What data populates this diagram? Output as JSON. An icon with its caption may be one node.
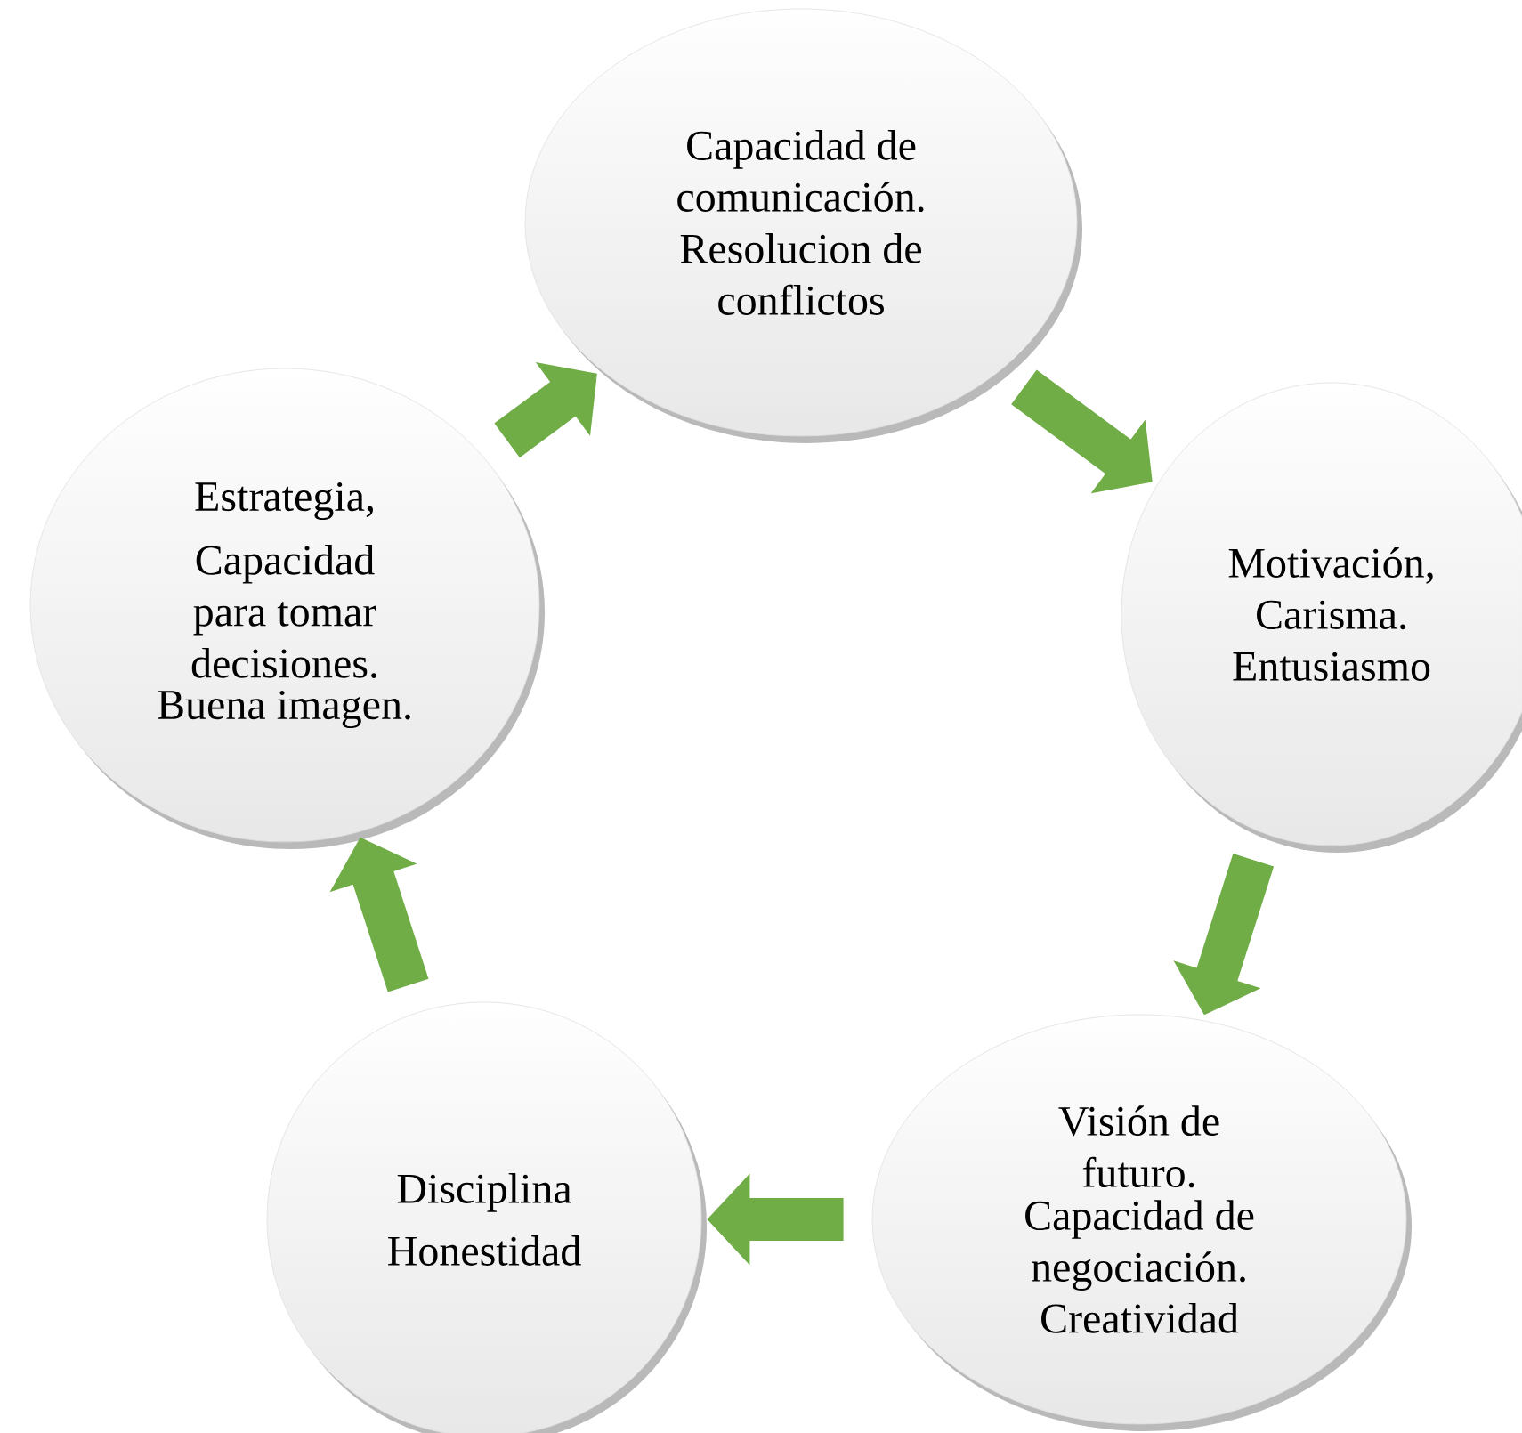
{
  "diagram": {
    "nodes": [
      {
        "text": [
          "Capacidad de comunicación. Resolucion de conflictos"
        ]
      },
      {
        "text": [
          "Motivación, Carisma. Entusiasmo"
        ]
      },
      {
        "text": [
          "Visión de futuro.",
          "Capacidad de negociación.",
          "Creatividad"
        ]
      },
      {
        "text": [
          "Disciplina",
          "Honestidad"
        ]
      },
      {
        "text": [
          "Estrategia,",
          "Capacidad para tomar decisiones.",
          "Buena imagen."
        ]
      }
    ],
    "edges": [
      {
        "from": 0,
        "to": 1,
        "arrow": "to"
      },
      {
        "from": 1,
        "to": 2,
        "arrow": "to"
      },
      {
        "from": 2,
        "to": 3,
        "arrow": "to"
      },
      {
        "from": 3,
        "to": 4,
        "arrow": "to"
      },
      {
        "from": 4,
        "to": 0,
        "arrow": "to"
      }
    ]
  }
}
